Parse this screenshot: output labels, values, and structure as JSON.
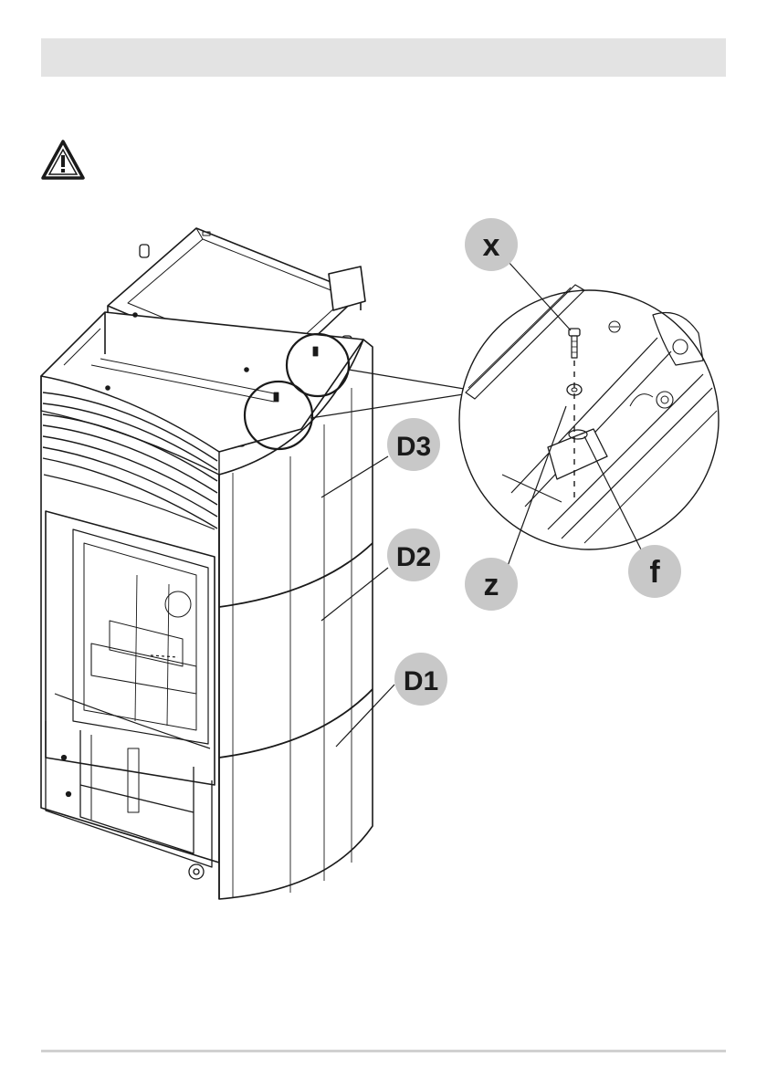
{
  "header": {
    "title": ""
  },
  "warning": {
    "icon": "warning-triangle-icon"
  },
  "callouts": {
    "x": "x",
    "z": "z",
    "f": "f",
    "d1": "D1",
    "d2": "D2",
    "d3": "D3"
  },
  "colors": {
    "header_bar": "#e3e3e3",
    "callout_bubble": "#c8c8c8",
    "line_art": "#1a1a1a",
    "footer_rule": "#d0d0d0"
  }
}
